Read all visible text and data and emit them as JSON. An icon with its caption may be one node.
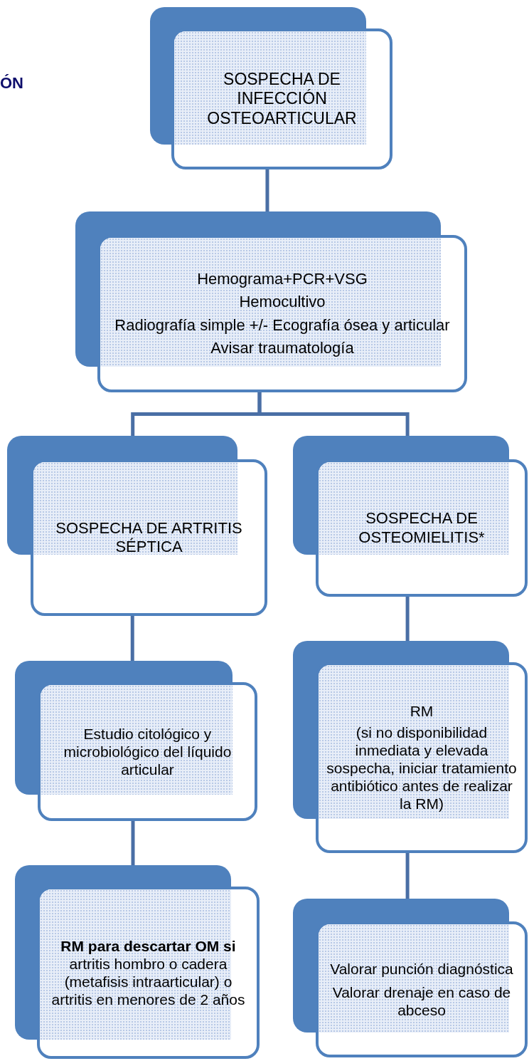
{
  "diagram": {
    "nodes": [
      {
        "text": [
          "SOSPECHA DE INFECCIÓN OSTEOARTICULAR"
        ]
      },
      {
        "text": [
          "Hemograma+PCR+VSG",
          "Hemocultivo",
          "Radiografía simple +/- Ecografía ósea y articular",
          "Avisar traumatología"
        ]
      },
      {
        "text": [
          "SOSPECHA DE ARTRITIS SÉPTICA"
        ]
      },
      {
        "text": [
          "SOSPECHA DE OSTEOMIELITIS*"
        ]
      },
      {
        "text": [
          "Estudio citológico y microbiológico del líquido articular"
        ]
      },
      {
        "text": [
          "RM",
          "(si no disponibilidad inmediata y elevada sospecha, iniciar tratamiento antibiótico antes de realizar la RM)"
        ]
      },
      {
        "text": [
          "**RM para descartar OM si** artritis hombro o cadera (metafisis intraarticular) o artritis en menores de 2 años"
        ]
      },
      {
        "text": [
          "Valorar punción diagnóstica",
          "Valorar drenaje en caso de abceso"
        ]
      }
    ],
    "edges": [
      {
        "from": 0,
        "to": 1,
        "arrow": "none"
      },
      {
        "from": 1,
        "to": 2,
        "arrow": "none"
      },
      {
        "from": 1,
        "to": 3,
        "arrow": "none"
      },
      {
        "from": 2,
        "to": 4,
        "arrow": "none"
      },
      {
        "from": 3,
        "to": 5,
        "arrow": "none"
      },
      {
        "from": 4,
        "to": 6,
        "arrow": "none"
      },
      {
        "from": 5,
        "to": 7,
        "arrow": "none"
      }
    ],
    "labels": [
      "ÓN"
    ]
  }
}
